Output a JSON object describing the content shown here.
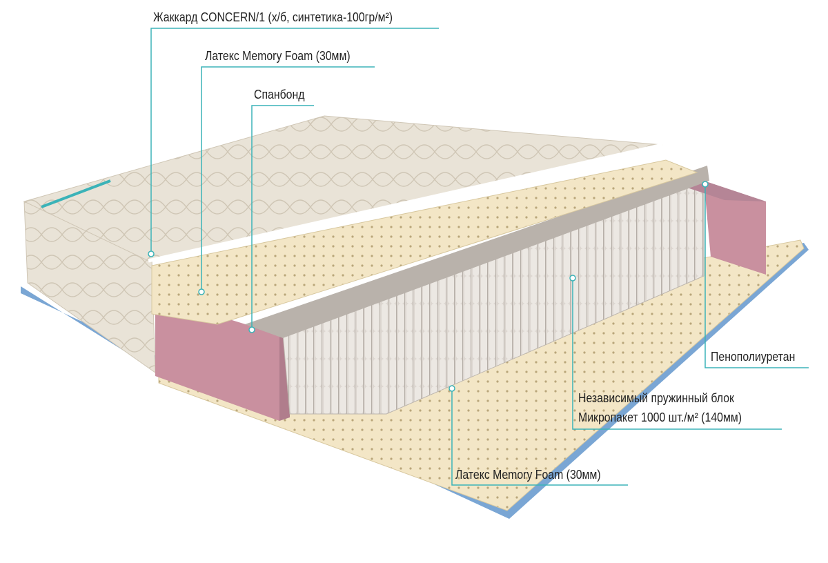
{
  "colors": {
    "callout_line": "#3bb3b8",
    "latex": "#f3e6c6",
    "foam": "#c9909f",
    "springs": "#d8d2cc",
    "cover": "#e8e2d6",
    "base_edge": "#6f9fd0"
  },
  "labels": {
    "jacquard": "Жаккард CONCERN/1 (х/б, синтетика-100гр/м²)",
    "latex_top": "Латекс Memory Foam  (30мм)",
    "spunbond": "Спанбонд",
    "polyurethane": "Пенополиуретан",
    "spring_block_line1": "Независимый пружинный блок",
    "spring_block_line2": "Микропакет  1000 шт./м²  (140мм)",
    "latex_bottom": "Латекс Memory Foam  (30мм)"
  }
}
